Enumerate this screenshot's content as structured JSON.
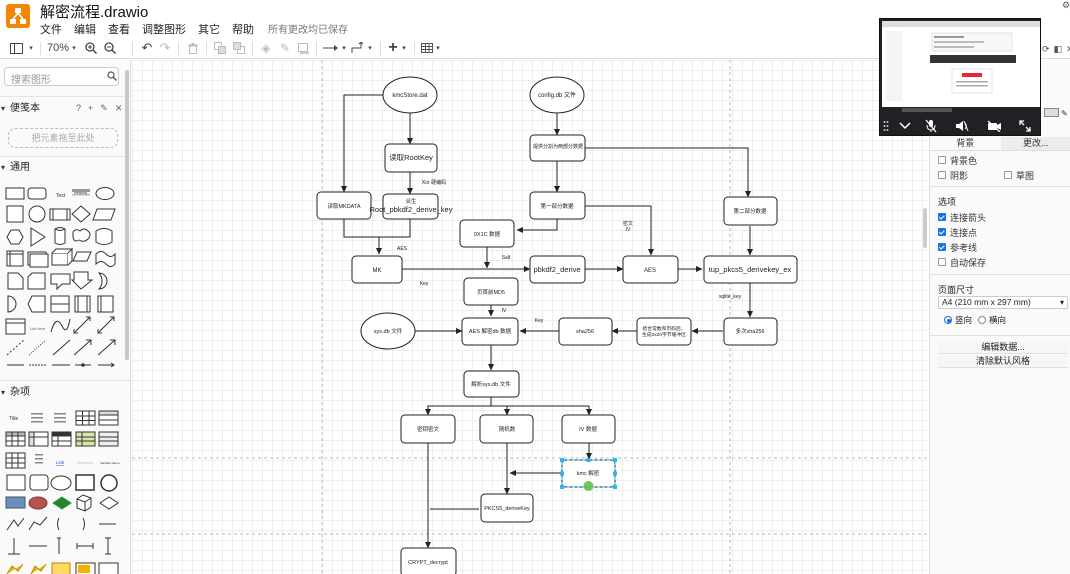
{
  "app": {
    "document_title": "解密流程.drawio",
    "menu": [
      "文件",
      "编辑",
      "查看",
      "调整图形",
      "其它",
      "帮助"
    ],
    "save_status": "所有更改均已保存"
  },
  "toolbar": {
    "zoom": "70%",
    "icons": [
      "panel-toggle-icon",
      "zoom-in-icon",
      "zoom-out-icon",
      "undo-icon",
      "redo-icon",
      "delete-icon",
      "to-front-icon",
      "to-back-icon",
      "fill-color-icon",
      "line-color-icon",
      "shadow-icon",
      "connection-icon",
      "waypoints-icon",
      "insert-icon",
      "table-icon"
    ]
  },
  "left_panel": {
    "search_placeholder": "搜索图形",
    "scratchpad_title": "便笺本",
    "scratchpad_drop_hint": "把元素拖至此处",
    "general_title": "通用",
    "misc_title": "杂项",
    "mini_labels": {
      "text": "Text",
      "heading": "Heading",
      "list_item": "List Item",
      "title": "Title",
      "link": "Link",
      "variable_name": "Variable Name"
    }
  },
  "right_panel": {
    "tabs": [
      "背景",
      "更改..."
    ],
    "background_color": "背景色",
    "shadow": "阴影",
    "sketch": "草图",
    "options_title": "选项",
    "options": [
      {
        "label": "连接箭头",
        "checked": true
      },
      {
        "label": "连接点",
        "checked": true
      },
      {
        "label": "参考线",
        "checked": true
      },
      {
        "label": "自动保存",
        "checked": false
      }
    ],
    "page_size_title": "页面尺寸",
    "paper_size": "A4 (210 mm x 297 mm)",
    "orientation_portrait": "竖向",
    "orientation_landscape": "横向",
    "orientation_selected": "portrait",
    "edit_data_button": "编辑数据...",
    "clear_style_button": "清除默认风格"
  },
  "diagram": {
    "nodes": {
      "kmcstore": "kmcStore.dat",
      "configdb": "config.db 文件",
      "read_rootkey": "读取RootKey",
      "read_two_parts": "提供分割为两部分数据",
      "derive_root": "派生",
      "derive_root_func": "Root_pbkdf2_derive_key",
      "read_mkdata": "读取MKDATA",
      "part1": "第一部分数据",
      "part2": "第二部分数据",
      "x1c_data": "0X1C 数据",
      "mk": "MK",
      "pbkdf2": "pbkdf2_derive",
      "aes_mid": "AES",
      "tup_pkcs5": "tup_pkcs5_derivekey_ex",
      "head_md5": "页首前MD5",
      "sysdb": "sys.db 文件",
      "aes_decrypt": "AES 解密db 数据",
      "sha256": "sha256",
      "combine": "结合常数和页码后，生成0x20字节缓冲区",
      "multi_sha": "多次sha256",
      "decrypt_sys": "解析sys.db 文件",
      "cipher": "密钥密文",
      "random": "随机数",
      "iv_data": "IV 数据",
      "kmc_decrypt": "kmc 解密",
      "pkcs5": "PKCS5_deriveKey",
      "crypt": "CRYPT_decrypt"
    },
    "edge_labels": {
      "xor": "Xor 硬编码",
      "aes": "AES",
      "salt": "Salt",
      "key1": "Key",
      "ciphertext": "密文",
      "iv1": "IV",
      "sqlite_key": "sqlite_key",
      "iv2": "IV",
      "key2": "Key"
    }
  },
  "call_window": {
    "icons": [
      "drag-handle-icon",
      "chevron-down-icon",
      "mic-muted-icon",
      "speaker-icon",
      "camera-off-icon",
      "expand-icon"
    ]
  }
}
